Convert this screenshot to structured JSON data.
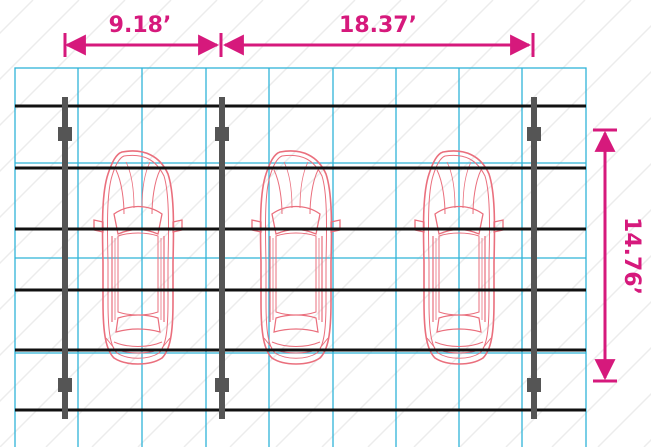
{
  "dimensions": {
    "left_width": "9.18’",
    "right_width": "18.37’",
    "depth": "14.76’"
  },
  "colors": {
    "dimension": "#d6197c",
    "grid": "#2fb4d8",
    "rail": "#111111",
    "post": "#555555",
    "car": "#ea6f7d",
    "hatch": "#ececec"
  },
  "icons": {
    "car": "car-top-view-outline",
    "arrow": "dimension-arrow"
  }
}
